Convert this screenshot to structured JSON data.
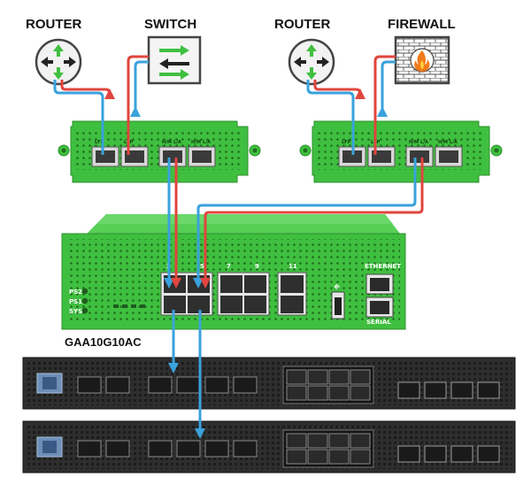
{
  "labels": {
    "router_left": "ROUTER",
    "switch": "SWITCH",
    "router_right": "ROUTER",
    "firewall": "FIREWALL",
    "device_model": "GAA10G10AC"
  },
  "tap_module_left": {
    "port_labels": [
      "LFP",
      "LFP",
      "H/M",
      "L/A",
      "H/M",
      "L/A"
    ]
  },
  "tap_module_right": {
    "port_labels": [
      "LFP",
      "LFP",
      "H/M",
      "L/A",
      "H/M",
      "L/A"
    ]
  },
  "main_device": {
    "status_leds": [
      "PS2",
      "PS1",
      "SYS"
    ],
    "port_numbers": [
      "3",
      "5",
      "7",
      "9",
      "11"
    ],
    "right_labels": [
      "ETHERNET",
      "SERIAL"
    ]
  },
  "colors": {
    "device_green": "#3fbf3f",
    "link_blue": "#3aa2dc",
    "link_red": "#e0453e",
    "server_dark": "#2e2e2e"
  },
  "icons": {
    "router": "router-arrows-icon",
    "switch": "switch-arrows-icon",
    "firewall": "brick-wall-flame-icon"
  }
}
